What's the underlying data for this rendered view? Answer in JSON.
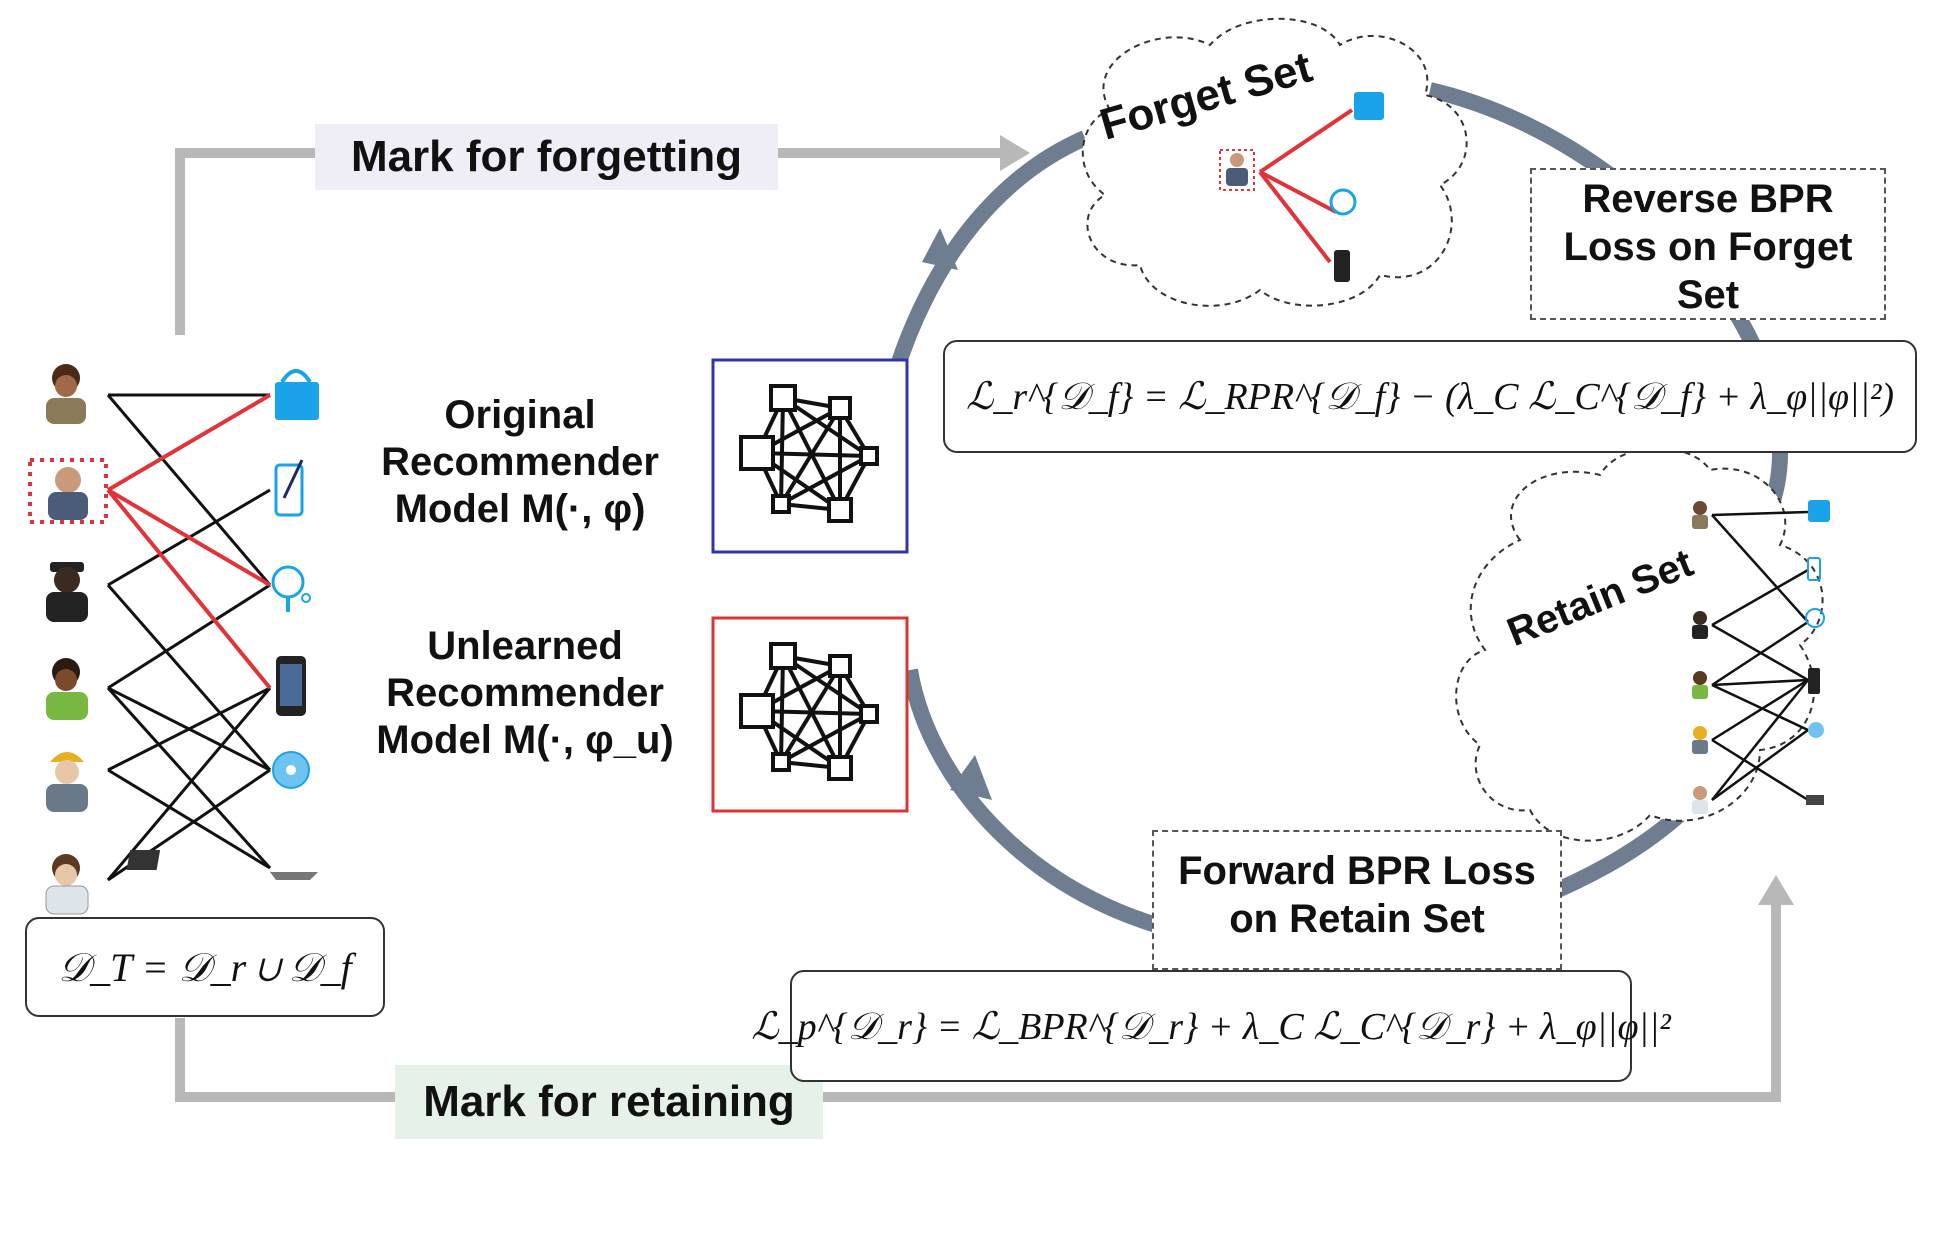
{
  "labels": {
    "mark_forget": "Mark for forgetting",
    "mark_retain": "Mark for retaining",
    "original_model": [
      "Original",
      "Recommender",
      "Model M(·, φ)"
    ],
    "unlearned_model": [
      "Unlearned",
      "Recommender",
      "Model M(·, φ_u)"
    ],
    "forget_set": "Forget Set",
    "retain_set": "Retain Set",
    "reverse_loss": [
      "Reverse BPR",
      "Loss on Forget",
      "Set"
    ],
    "forward_loss": [
      "Forward BPR Loss",
      "on Retain Set"
    ]
  },
  "formulas": {
    "dataset": "𝒟_T = 𝒟_r ∪ 𝒟_f",
    "forget_loss": "ℒ_r^{𝒟_f} = ℒ_RPR^{𝒟_f} − (λ_C ℒ_C^{𝒟_f} + λ_φ||φ||²)",
    "retain_loss": "ℒ_p^{𝒟_r} = ℒ_BPR^{𝒟_r} + λ_C ℒ_C^{𝒟_r} + λ_φ||φ||²"
  },
  "colors": {
    "cycle_arrow": "#6e7d8f",
    "gray_arrow": "#b8b8b8",
    "forget_edge": "#e0333a",
    "normal_edge": "#111111",
    "original_box": "#3333aa",
    "unlearned_box": "#dd3333",
    "forget_tag_bg": "#efedf5",
    "retain_tag_bg": "#e6f2e8"
  },
  "icons": {
    "users": [
      "user-woman-icon",
      "user-man-suit-icon",
      "user-pilot-icon",
      "user-woman-green-icon",
      "user-worker-icon",
      "user-doctor-icon"
    ],
    "items": [
      "shopping-bag-icon",
      "tablet-icon",
      "ping-pong-icon",
      "phone-icon",
      "cd-icon",
      "laptop-icon"
    ]
  }
}
